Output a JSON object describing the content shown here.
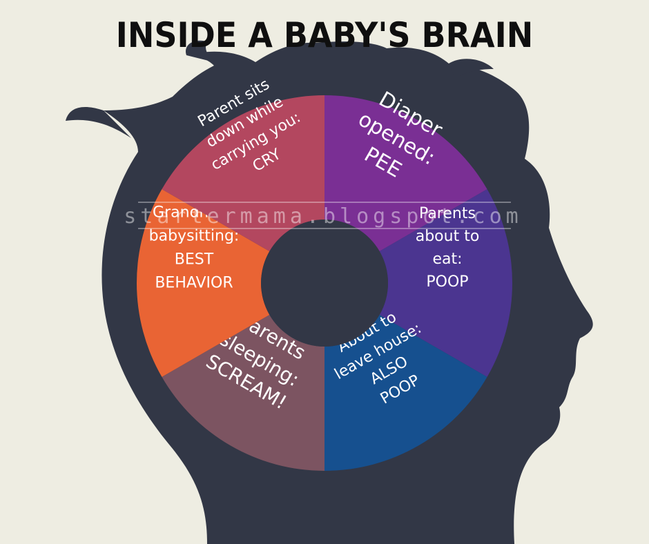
{
  "title": "INSIDE A BABY'S BRAIN",
  "watermark": "startermama.blogspot.com",
  "colors": {
    "background": "#eeede2",
    "silhouette": "#323746",
    "hole": "#323746",
    "wedge_cry": "#b3475f",
    "wedge_pee": "#7a2f94",
    "wedge_poop": "#4b3590",
    "wedge_also_poop": "#16508f",
    "wedge_scream": "#7c5461",
    "wedge_best": "#e96434"
  },
  "wedges": [
    {
      "key": "pee",
      "lines": [
        "Diaper",
        "opened:",
        "PEE"
      ]
    },
    {
      "key": "poop",
      "lines": [
        "Parents",
        "about to",
        "eat:",
        "POOP"
      ]
    },
    {
      "key": "also_poop",
      "lines": [
        "About to",
        "leave house:",
        "ALSO",
        "POOP"
      ]
    },
    {
      "key": "scream",
      "lines": [
        "Parents",
        "sleeping:",
        "SCREAM!"
      ]
    },
    {
      "key": "best",
      "lines": [
        "Grandma's",
        "babysitting:",
        "BEST",
        "BEHAVIOR"
      ]
    },
    {
      "key": "cry",
      "lines": [
        "Parent sits",
        "down while",
        "carrying you:",
        "CRY"
      ]
    }
  ]
}
